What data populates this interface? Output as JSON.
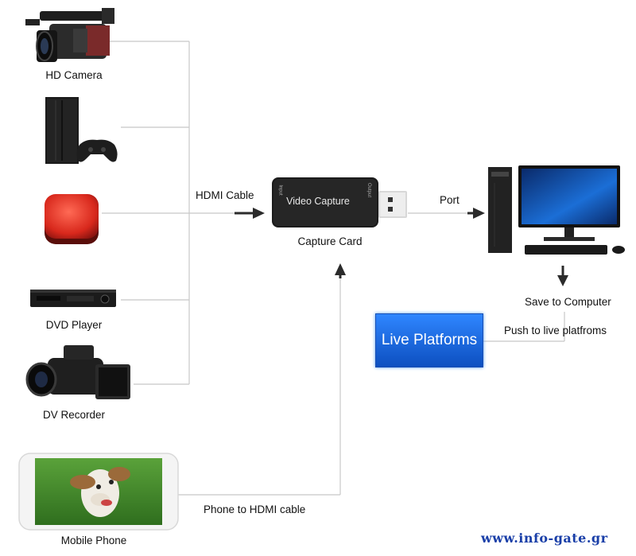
{
  "sources": [
    {
      "id": "hd-camera",
      "label": "HD Camera"
    },
    {
      "id": "game-console",
      "label": ""
    },
    {
      "id": "red-device",
      "label": ""
    },
    {
      "id": "dvd-player",
      "label": "DVD Player"
    },
    {
      "id": "dv-recorder",
      "label": "DV Recorder"
    },
    {
      "id": "mobile-phone",
      "label": "Mobile Phone"
    }
  ],
  "connections": {
    "hdmi_cable": "HDMI Cable",
    "port": "Port",
    "phone_cable": "Phone to HDMI cable",
    "save": "Save to Computer",
    "push": "Push to live platfroms"
  },
  "capture_card": {
    "label": "Capture Card",
    "device_text": "Video Capture",
    "input_text": "Input",
    "output_text": "Output"
  },
  "live_platforms": {
    "label": "Live Platforms",
    "color": "#1e6ee8"
  },
  "watermark": "www.info-gate.gr",
  "colors": {
    "line": "#c8c8c8",
    "arrow": "#2b2b2b",
    "red_device": "#e23a2c"
  }
}
